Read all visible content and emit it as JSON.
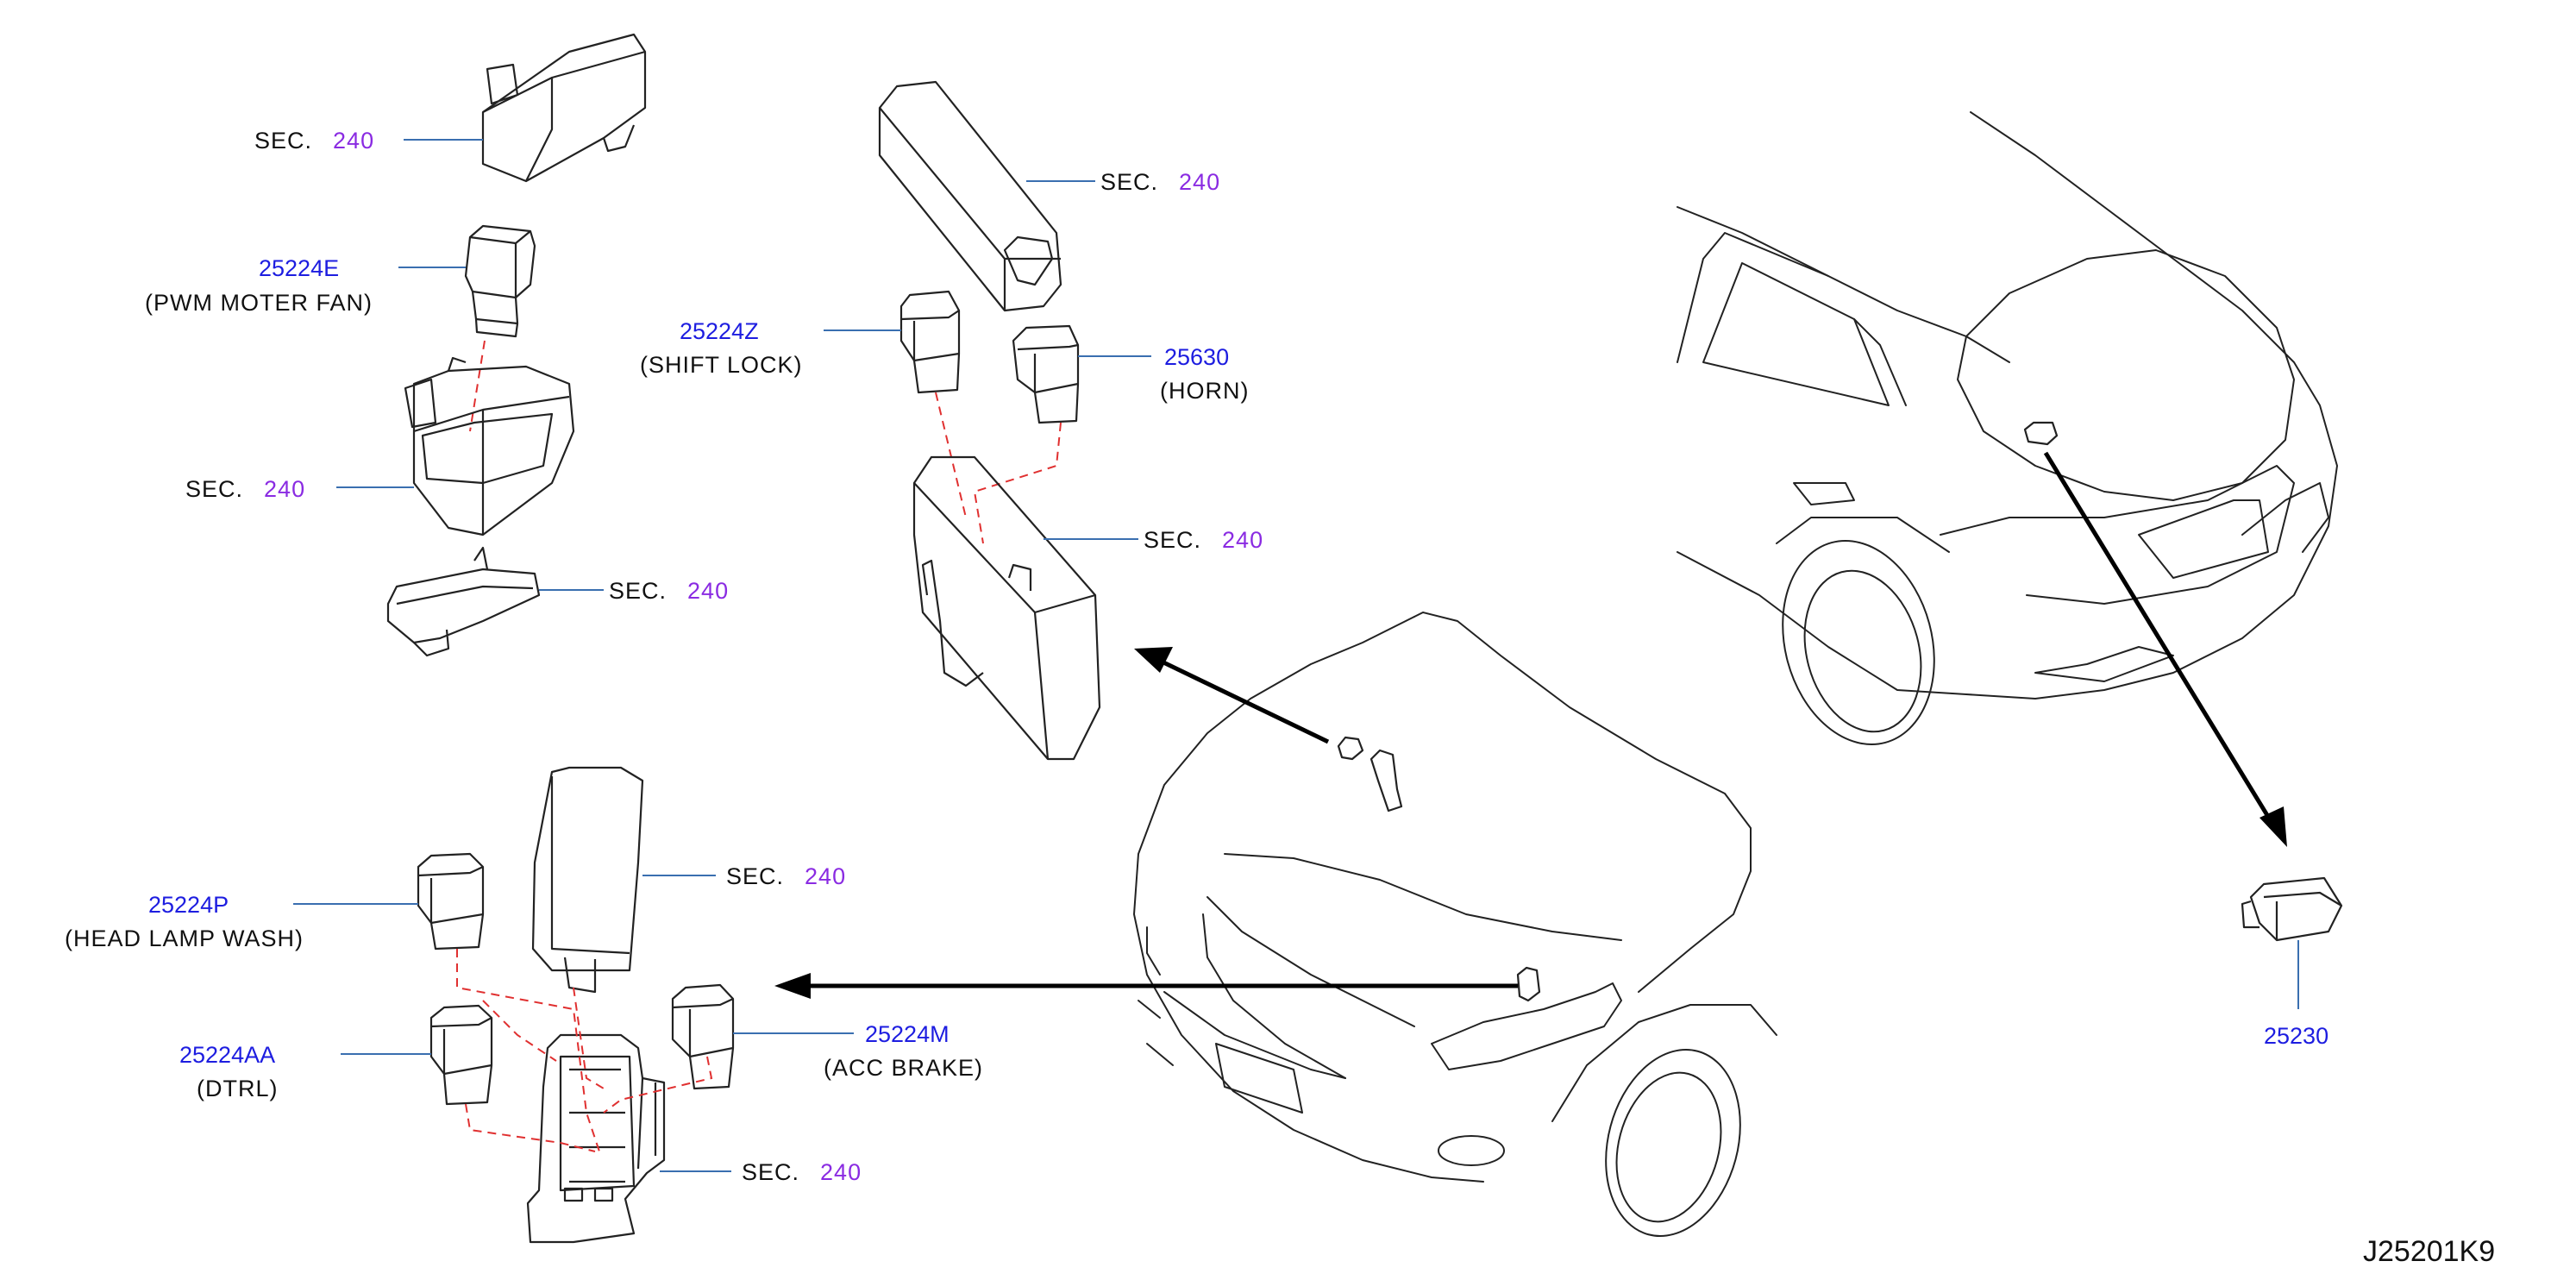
{
  "diagram_code": "J25201K9",
  "sec_prefix": "SEC.",
  "sec_number": "240",
  "parts": {
    "p25224E": {
      "number": "25224E",
      "desc": "(PWM MOTER FAN)"
    },
    "p25224Z": {
      "number": "25224Z",
      "desc": "(SHIFT LOCK)"
    },
    "p25630": {
      "number": "25630",
      "desc": "(HORN)"
    },
    "p25224P": {
      "number": "25224P",
      "desc": "(HEAD LAMP WASH)"
    },
    "p25224AA": {
      "number": "25224AA",
      "desc": "(DTRL)"
    },
    "p25224M": {
      "number": "25224M",
      "desc": "(ACC BRAKE)"
    },
    "p25230": {
      "number": "25230"
    }
  },
  "colors": {
    "part_number": "#1d1de0",
    "section_number": "#8a2be2",
    "leader_line": "#3a6fb0",
    "connection_dash": "#e03030"
  }
}
